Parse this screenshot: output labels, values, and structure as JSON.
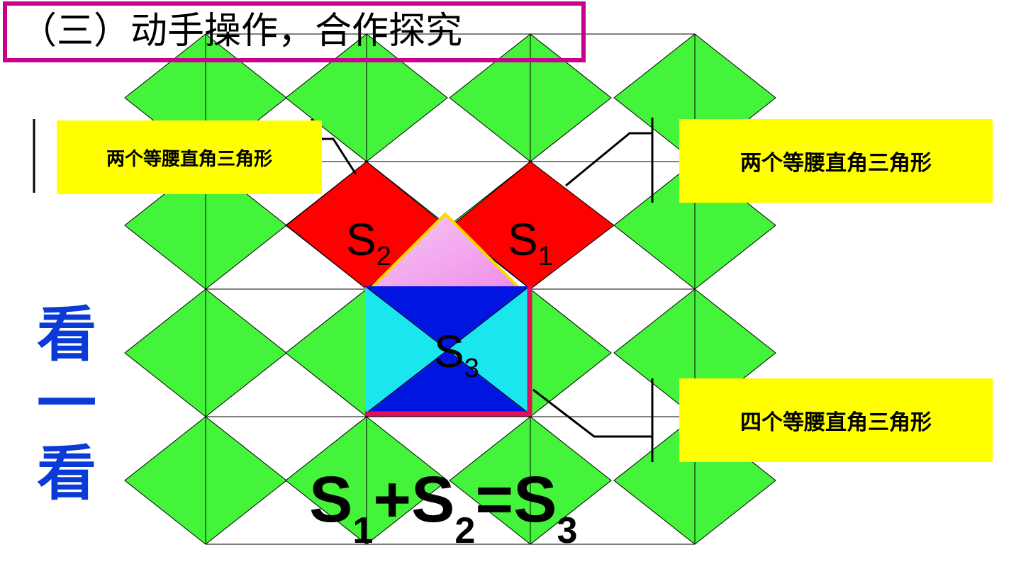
{
  "title": "（三）动手操作，合作探究",
  "labels": {
    "top_left": "两个等腰直角三角形",
    "top_right": "两个等腰直角三角形",
    "bottom_right": "四个等腰直角三角形"
  },
  "side_text": [
    "看",
    "一",
    "看"
  ],
  "areas": {
    "s1": {
      "letter": "S",
      "sub": "1"
    },
    "s2": {
      "letter": "S",
      "sub": "2"
    },
    "s3": {
      "letter": "S",
      "sub": "3"
    }
  },
  "equation": {
    "parts": [
      "S",
      "1",
      "+",
      "S",
      "2",
      "=",
      "S",
      "3"
    ]
  },
  "colors": {
    "tile_green": "#44f43a",
    "square_red": "#ff0000",
    "triangle_pink": "#f4a8f0",
    "triangle_outline": "#ffd700",
    "square_blue": "#0015e0",
    "square_cyan": "#1ae6f0",
    "square_border": "#e0105a",
    "label_yellow": "#ffff00",
    "title_border": "#c8008c",
    "side_text_blue": "#0a3bd6"
  }
}
